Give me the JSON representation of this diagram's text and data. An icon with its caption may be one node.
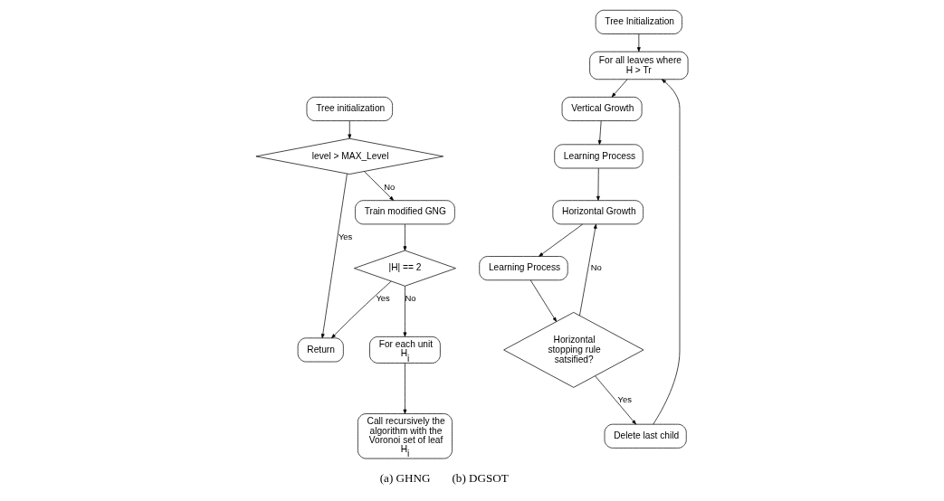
{
  "diagram": {
    "nodes": [
      {
        "text": [
          "Tree initialization"
        ]
      },
      {
        "text": [
          "level > MAX_Level"
        ]
      },
      {
        "text": [
          "Return"
        ]
      },
      {
        "text": [
          "Train modified GNG"
        ]
      },
      {
        "text": [
          "|H| == 2"
        ]
      },
      {
        "text": [
          "For each unit H$_{i}$"
        ]
      },
      {
        "text": [
          "Call recursively the algorithm with the Voronoi set of leaf H$_{i}$"
        ]
      },
      {
        "text": [
          "Tree Initialization"
        ]
      },
      {
        "text": [
          "For all leaves where H > Tr"
        ]
      },
      {
        "text": [
          "Vertical Growth"
        ]
      },
      {
        "text": [
          "Learning Process"
        ]
      },
      {
        "text": [
          "Horizontal Growth"
        ]
      },
      {
        "text": [
          "Learning Process"
        ]
      },
      {
        "text": [
          "Horizontal stopping rule satsified?"
        ]
      },
      {
        "text": [
          "Delete last child"
        ]
      }
    ],
    "edges": [
      {
        "from": 0,
        "to": 1,
        "arrow": "to"
      },
      {
        "from": 1,
        "to": 2,
        "arrow": "to",
        "label": "Yes"
      },
      {
        "from": 1,
        "to": 3,
        "arrow": "to",
        "label": "No"
      },
      {
        "from": 3,
        "to": 4,
        "arrow": "to"
      },
      {
        "from": 4,
        "to": 2,
        "arrow": "to",
        "label": "Yes"
      },
      {
        "from": 4,
        "to": 5,
        "arrow": "to",
        "label": "No"
      },
      {
        "from": 5,
        "to": 6,
        "arrow": "to"
      },
      {
        "from": 7,
        "to": 8,
        "arrow": "to"
      },
      {
        "from": 8,
        "to": 9,
        "arrow": "to"
      },
      {
        "from": 9,
        "to": 10,
        "arrow": "to"
      },
      {
        "from": 10,
        "to": 11,
        "arrow": "to"
      },
      {
        "from": 11,
        "to": 12,
        "arrow": "to"
      },
      {
        "from": 12,
        "to": 13,
        "arrow": "to"
      },
      {
        "from": 13,
        "to": 11,
        "arrow": "to",
        "label": "No"
      },
      {
        "from": 13,
        "to": 14,
        "arrow": "to",
        "label": "Yes"
      },
      {
        "from": 14,
        "to": 8,
        "arrow": "to"
      }
    ],
    "labels": [
      "(a) GHNG",
      "(b) DGSOT"
    ]
  }
}
